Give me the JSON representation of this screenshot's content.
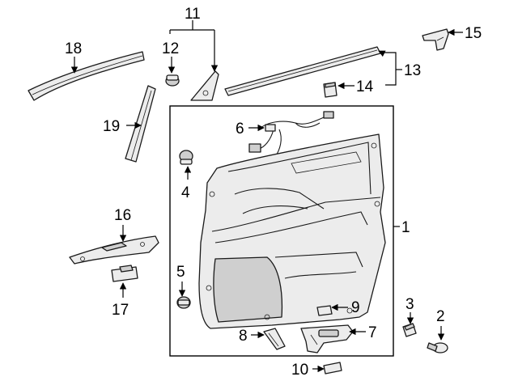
{
  "callouts": [
    {
      "id": "c1",
      "text": "1"
    },
    {
      "id": "c2",
      "text": "2"
    },
    {
      "id": "c3",
      "text": "3"
    },
    {
      "id": "c4",
      "text": "4"
    },
    {
      "id": "c5",
      "text": "5"
    },
    {
      "id": "c6",
      "text": "6"
    },
    {
      "id": "c7",
      "text": "7"
    },
    {
      "id": "c8",
      "text": "8"
    },
    {
      "id": "c9",
      "text": "9"
    },
    {
      "id": "c10",
      "text": "10"
    },
    {
      "id": "c11",
      "text": "11"
    },
    {
      "id": "c12",
      "text": "12"
    },
    {
      "id": "c13",
      "text": "13"
    },
    {
      "id": "c14",
      "text": "14"
    },
    {
      "id": "c15",
      "text": "15"
    },
    {
      "id": "c16",
      "text": "16"
    },
    {
      "id": "c17",
      "text": "17"
    },
    {
      "id": "c18",
      "text": "18"
    },
    {
      "id": "c19",
      "text": "19"
    }
  ],
  "colors": {
    "line": "#1a1a1a",
    "part_fill": "#ececec",
    "part_shade": "#cfcfcf",
    "background": "#ffffff"
  }
}
